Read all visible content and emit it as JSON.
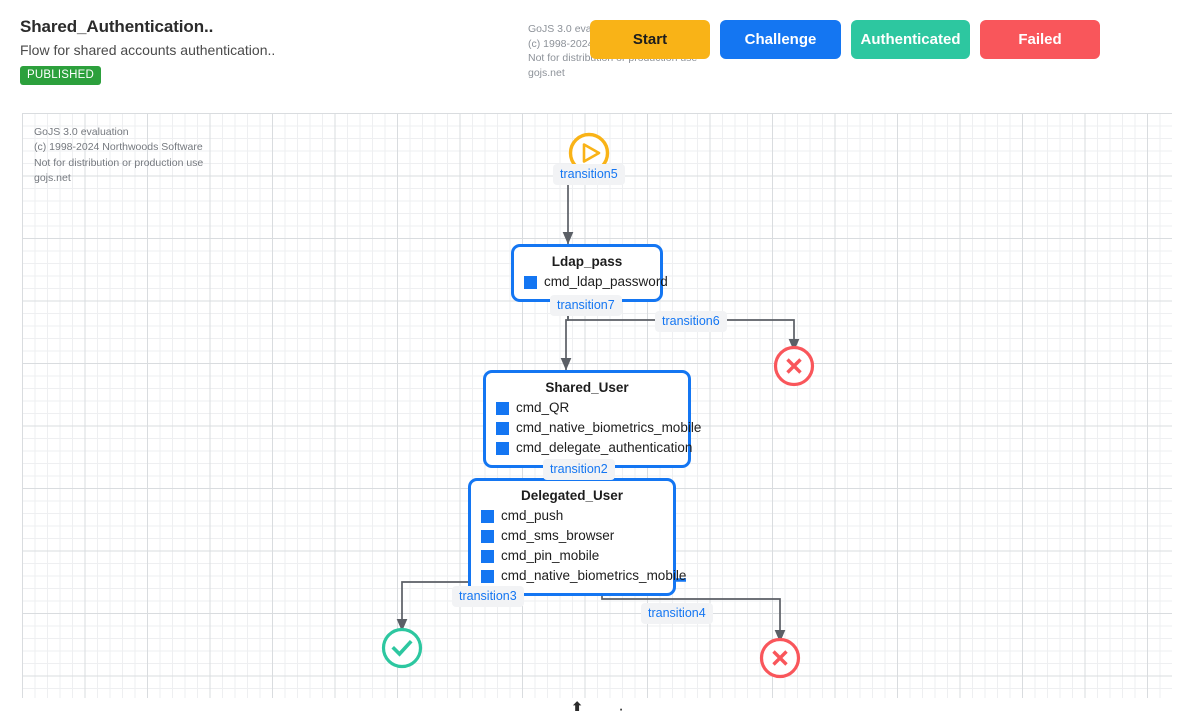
{
  "header": {
    "title": "Shared_Authentication..",
    "subtitle": "Flow for shared accounts authentication..",
    "status": "PUBLISHED",
    "watermark": "GoJS 3.0 evaluation\n(c) 1998-2024 Northwoods Software\nNot for distribution or production use\ngojs.net"
  },
  "legend": {
    "start": "Start",
    "challenge": "Challenge",
    "authenticated": "Authenticated",
    "failed": "Failed"
  },
  "colors": {
    "start": "#F9B317",
    "challenge": "#1476F2",
    "authenticated": "#2DC7A0",
    "failed": "#F9565B",
    "published_badge": "#2ca03c",
    "link": "#5b5f66",
    "label_text": "#1476F2",
    "label_bg": "#f2f3f5"
  },
  "canvas": {
    "watermark": "GoJS 3.0 evaluation\n(c) 1998-2024 Northwoods Software\nNot for distribution or production use\ngojs.net"
  },
  "diagram": {
    "nodes": [
      {
        "id": "start",
        "kind": "start-icon",
        "title": "",
        "commands": []
      },
      {
        "id": "ldap_pass",
        "kind": "challenge",
        "title": "Ldap_pass",
        "commands": [
          "cmd_ldap_password"
        ]
      },
      {
        "id": "shared_user",
        "kind": "challenge",
        "title": "Shared_User",
        "commands": [
          "cmd_QR",
          "cmd_native_biometrics_mobile",
          "cmd_delegate_authentication"
        ]
      },
      {
        "id": "delegated_user",
        "kind": "challenge",
        "title": "Delegated_User",
        "commands": [
          "cmd_push",
          "cmd_sms_browser",
          "cmd_pin_mobile",
          "cmd_native_biometrics_mobile"
        ]
      },
      {
        "id": "failed_1",
        "kind": "failed-icon",
        "title": "",
        "commands": []
      },
      {
        "id": "authenticated_1",
        "kind": "authenticated-icon",
        "title": "",
        "commands": []
      },
      {
        "id": "failed_2",
        "kind": "failed-icon",
        "title": "",
        "commands": []
      }
    ],
    "transitions": [
      {
        "id": "t5",
        "label": "transition5",
        "from": "start",
        "to": "ldap_pass"
      },
      {
        "id": "t7",
        "label": "transition7",
        "from": "ldap_pass",
        "to": "shared_user"
      },
      {
        "id": "t6",
        "label": "transition6",
        "from": "ldap_pass",
        "to": "failed_1"
      },
      {
        "id": "t2",
        "label": "transition2",
        "from": "shared_user",
        "to": "delegated_user"
      },
      {
        "id": "t3",
        "label": "transition3",
        "from": "delegated_user",
        "to": "authenticated_1"
      },
      {
        "id": "t4",
        "label": "transition4",
        "from": "delegated_user",
        "to": "failed_2"
      }
    ]
  },
  "toolbar": {
    "glyph_1": "⬆",
    "glyph_2": "·"
  }
}
